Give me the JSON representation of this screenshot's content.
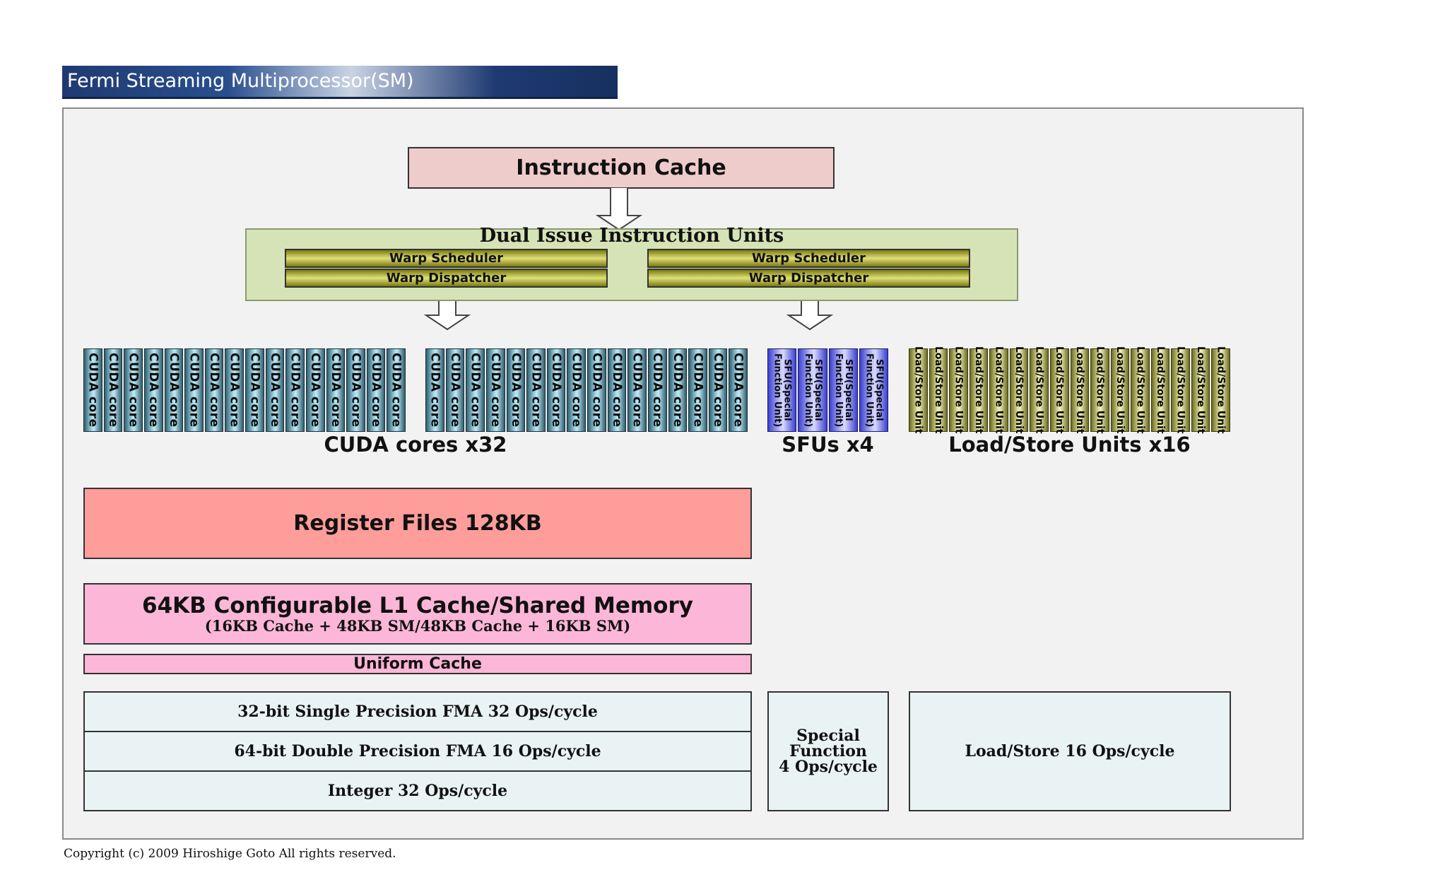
{
  "title": "Fermi Streaming Multiprocessor(SM)",
  "instruction_cache": "Instruction Cache",
  "dual_issue": {
    "title": "Dual Issue Instruction Units",
    "left": {
      "scheduler": "Warp Scheduler",
      "dispatcher": "Warp Dispatcher"
    },
    "right": {
      "scheduler": "Warp Scheduler",
      "dispatcher": "Warp Dispatcher"
    }
  },
  "cuda_core_label": "CUDA core",
  "cuda_cores_caption": "CUDA cores x32",
  "sfu_label": "SFU(Special\nFunction Unit)",
  "sfus_caption": "SFUs x4",
  "lsu_label": "Load/Store Unit",
  "lsu_caption": "Load/Store Units x16",
  "register_files": "Register Files 128KB",
  "l1_cache": {
    "title": "64KB Configurable L1 Cache/Shared Memory",
    "subtitle": "(16KB Cache + 48KB SM/48KB Cache + 16KB SM)"
  },
  "uniform_cache": "Uniform Cache",
  "throughput": {
    "single_precision": "32-bit Single Precision FMA 32 Ops/cycle",
    "double_precision": "64-bit Double Precision FMA 16 Ops/cycle",
    "integer": "Integer 32 Ops/cycle",
    "special_function": "Special\nFunction\n4 Ops/cycle",
    "load_store": "Load/Store 16 Ops/cycle"
  },
  "copyright": "Copyright (c) 2009 Hiroshige Goto All rights reserved."
}
